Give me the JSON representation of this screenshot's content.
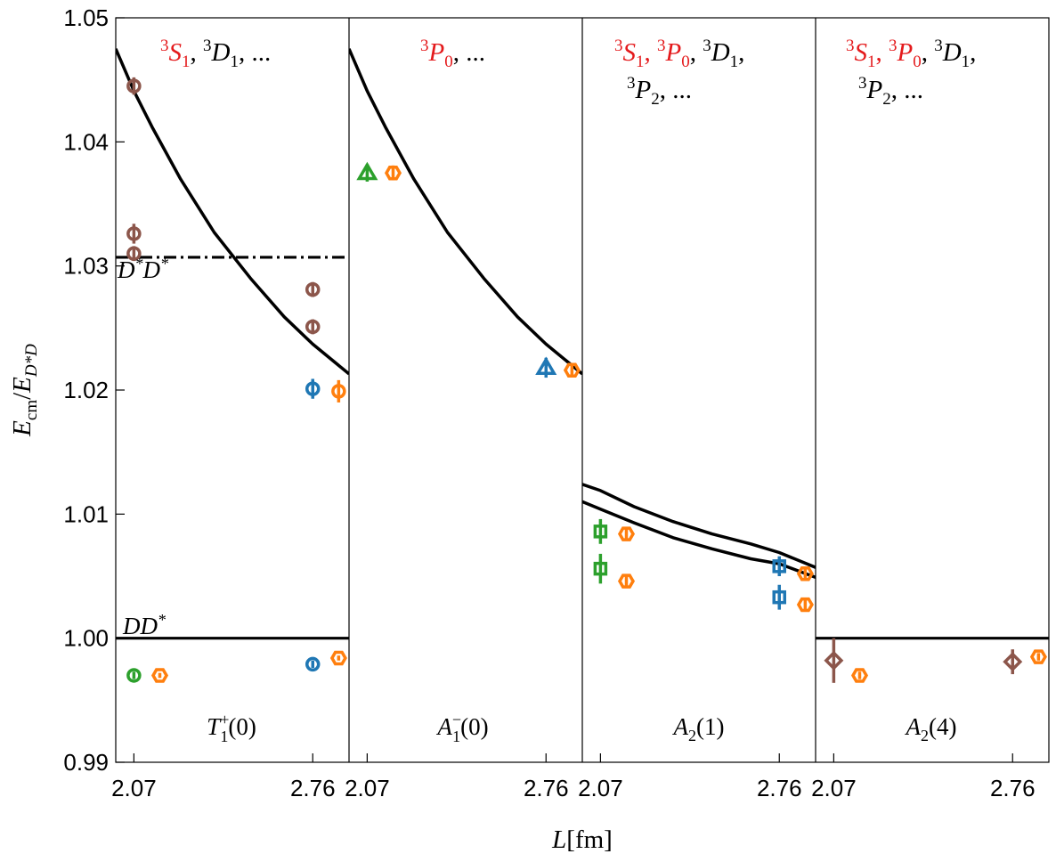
{
  "chart_data": {
    "type": "scatter",
    "ylabel": "E_cm / E_{D*D}",
    "xlabel": "L[fm]",
    "ylim": [
      0.99,
      1.05
    ],
    "y_ticks": [
      "0.99",
      "1.00",
      "1.01",
      "1.02",
      "1.03",
      "1.04",
      "1.05"
    ],
    "x_ticks": [
      "2.07",
      "2.76"
    ],
    "grid": false,
    "colors": {
      "green": "#2ca02c",
      "orange": "#ff7f0e",
      "blue": "#1f77b4",
      "brown": "#8c564b",
      "red_label": "#e41a1c"
    },
    "thresholds": [
      {
        "label": "DD*",
        "value": 1.0
      },
      {
        "label": "D*D*",
        "value": 1.0307
      }
    ],
    "panels": [
      {
        "label": "T1+(0)",
        "partial_waves_red": [
          "3S1"
        ],
        "partial_waves_black": [
          "3D1",
          "..."
        ],
        "threshold_lines": [
          "DD*",
          "D*D*"
        ],
        "curves": [
          {
            "x": [
              2.0,
              2.07,
              2.14,
              2.25,
              2.38,
              2.52,
              2.65,
              2.76,
              2.9
            ],
            "y": [
              1.0475,
              1.0441,
              1.0412,
              1.037,
              1.0327,
              1.029,
              1.0259,
              1.0237,
              1.0213
            ]
          }
        ],
        "points": [
          {
            "x": 2.07,
            "y": 1.0445,
            "err": 0.0007,
            "marker": "circle",
            "color": "brown"
          },
          {
            "x": 2.07,
            "y": 1.0326,
            "err": 0.0008,
            "marker": "circle",
            "color": "brown"
          },
          {
            "x": 2.07,
            "y": 1.031,
            "err": 0.0006,
            "marker": "circle",
            "color": "brown"
          },
          {
            "x": 2.07,
            "y": 0.997,
            "err": 0.0003,
            "marker": "circle",
            "color": "green"
          },
          {
            "x": 2.17,
            "y": 0.997,
            "err": 0.0002,
            "marker": "hexagon",
            "color": "orange"
          },
          {
            "x": 2.76,
            "y": 1.0281,
            "err": 0.0006,
            "marker": "circle",
            "color": "brown"
          },
          {
            "x": 2.76,
            "y": 1.0251,
            "err": 0.0006,
            "marker": "circle",
            "color": "brown"
          },
          {
            "x": 2.76,
            "y": 1.0201,
            "err": 0.0008,
            "marker": "circle",
            "color": "blue"
          },
          {
            "x": 2.86,
            "y": 1.0199,
            "err": 0.0009,
            "marker": "circle",
            "color": "orange"
          },
          {
            "x": 2.76,
            "y": 0.9979,
            "err": 0.0003,
            "marker": "circle",
            "color": "blue"
          },
          {
            "x": 2.86,
            "y": 0.9984,
            "err": 0.0002,
            "marker": "hexagon",
            "color": "orange"
          }
        ]
      },
      {
        "label": "A1-(0)",
        "partial_waves_red": [
          "3P0"
        ],
        "partial_waves_black": [
          "..."
        ],
        "threshold_lines": [],
        "curves": [
          {
            "x": [
              2.0,
              2.07,
              2.14,
              2.25,
              2.38,
              2.52,
              2.65,
              2.76,
              2.9
            ],
            "y": [
              1.0475,
              1.0441,
              1.0412,
              1.037,
              1.0327,
              1.029,
              1.0259,
              1.0237,
              1.0213
            ]
          }
        ],
        "points": [
          {
            "x": 2.07,
            "y": 1.0375,
            "err": 0.0007,
            "marker": "triangle",
            "color": "green"
          },
          {
            "x": 2.17,
            "y": 1.0375,
            "err": 0.0006,
            "marker": "hexagon",
            "color": "orange"
          },
          {
            "x": 2.76,
            "y": 1.0218,
            "err": 0.0008,
            "marker": "triangle",
            "color": "blue"
          },
          {
            "x": 2.86,
            "y": 1.0216,
            "err": 0.0004,
            "marker": "hexagon",
            "color": "orange"
          }
        ]
      },
      {
        "label": "A2(1)",
        "partial_waves_red": [
          "3S1",
          "3P0"
        ],
        "partial_waves_black": [
          "3D1",
          "3P2",
          "..."
        ],
        "threshold_lines": [],
        "curves": [
          {
            "x": [
              2.0,
              2.07,
              2.2,
              2.35,
              2.5,
              2.65,
              2.76,
              2.9
            ],
            "y": [
              1.0124,
              1.0119,
              1.0106,
              1.0094,
              1.0084,
              1.0076,
              1.0069,
              1.0057
            ]
          },
          {
            "x": [
              2.0,
              2.07,
              2.2,
              2.35,
              2.5,
              2.65,
              2.76,
              2.9
            ],
            "y": [
              1.011,
              1.0104,
              1.0093,
              1.0081,
              1.0072,
              1.0064,
              1.006,
              1.0049
            ]
          }
        ],
        "points": [
          {
            "x": 2.07,
            "y": 1.0086,
            "err": 0.001,
            "marker": "square",
            "color": "green"
          },
          {
            "x": 2.07,
            "y": 1.0056,
            "err": 0.0012,
            "marker": "square",
            "color": "green"
          },
          {
            "x": 2.17,
            "y": 1.0084,
            "err": 0.0004,
            "marker": "hexagon",
            "color": "orange"
          },
          {
            "x": 2.17,
            "y": 1.0046,
            "err": 0.0004,
            "marker": "hexagon",
            "color": "orange"
          },
          {
            "x": 2.76,
            "y": 1.0058,
            "err": 0.0008,
            "marker": "square",
            "color": "blue"
          },
          {
            "x": 2.76,
            "y": 1.0033,
            "err": 0.001,
            "marker": "square",
            "color": "blue"
          },
          {
            "x": 2.86,
            "y": 1.0052,
            "err": 0.0004,
            "marker": "hexagon",
            "color": "orange"
          },
          {
            "x": 2.86,
            "y": 1.0027,
            "err": 0.0004,
            "marker": "hexagon",
            "color": "orange"
          }
        ]
      },
      {
        "label": "A2(4)",
        "partial_waves_red": [
          "3S1",
          "3P0"
        ],
        "partial_waves_black": [
          "3D1",
          "3P2",
          "..."
        ],
        "threshold_lines": [
          "DD*"
        ],
        "curves": [],
        "points": [
          {
            "x": 2.07,
            "y": 0.9982,
            "err": 0.0018,
            "marker": "diamond",
            "color": "brown"
          },
          {
            "x": 2.17,
            "y": 0.997,
            "err": 0.0003,
            "marker": "hexagon",
            "color": "orange"
          },
          {
            "x": 2.76,
            "y": 0.9981,
            "err": 0.001,
            "marker": "diamond",
            "color": "brown"
          },
          {
            "x": 2.86,
            "y": 0.9985,
            "err": 0.0003,
            "marker": "hexagon",
            "color": "orange"
          }
        ]
      }
    ]
  }
}
